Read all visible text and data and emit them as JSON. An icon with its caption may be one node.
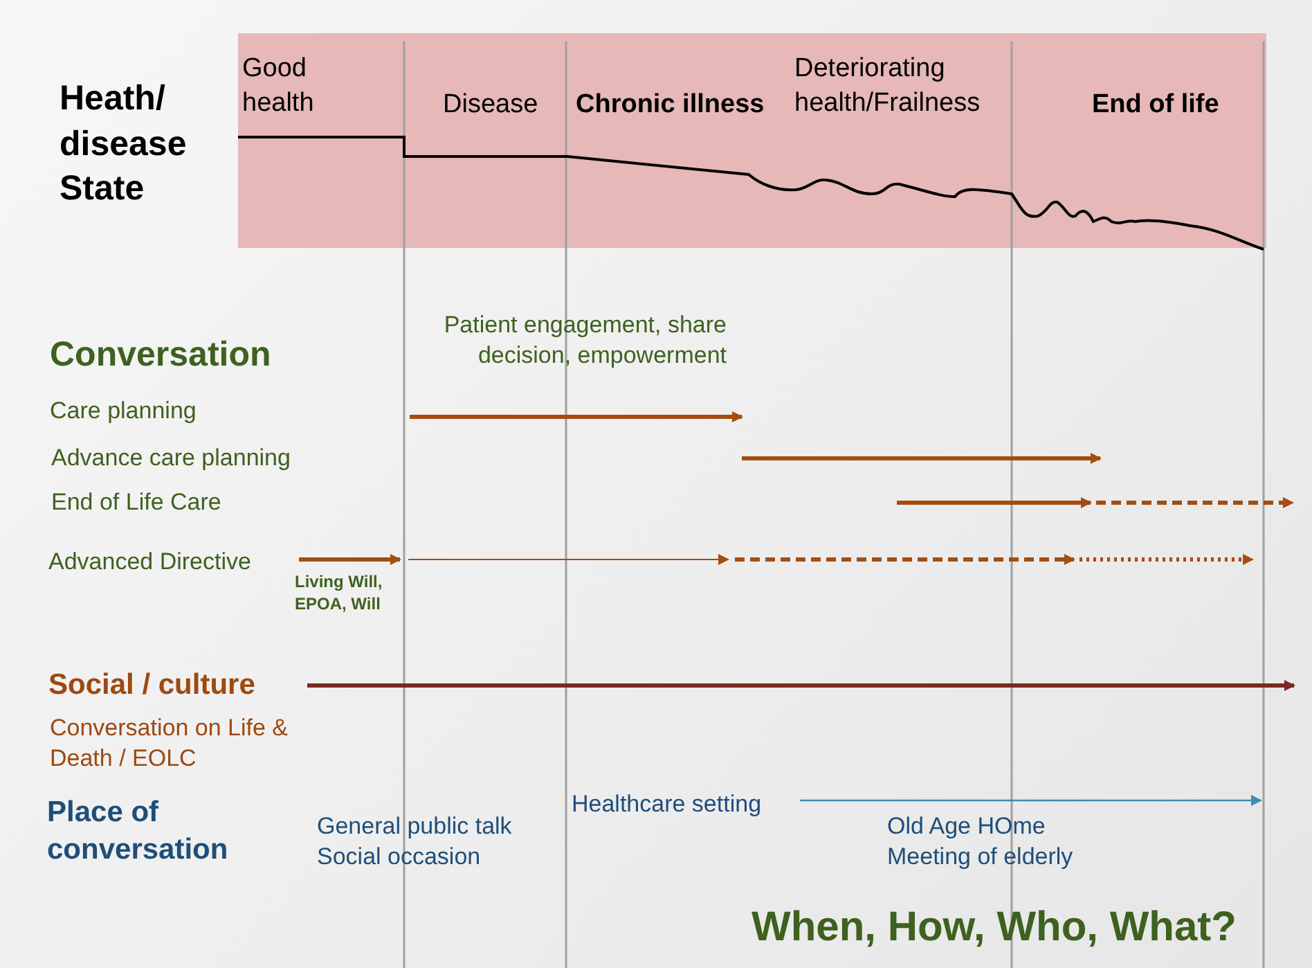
{
  "diagram": {
    "caption": "When, How, Who, What?",
    "labels": [
      "Heath/ disease State",
      "Good health",
      "Disease",
      "Chronic illness",
      "Deteriorating health/Frailness",
      "End of life",
      "Conversation",
      "Patient engagement, share decision, empowerment",
      "Care planning",
      "Advance care planning",
      "End of Life Care",
      "Advanced Directive",
      "Living Will, EPOA, Will",
      "Social / culture",
      "Conversation on Life & Death / EOLC",
      "Place of conversation",
      "Healthcare setting",
      "General public talk Social occasion",
      "Old Age HOme Meeting of elderly"
    ]
  }
}
